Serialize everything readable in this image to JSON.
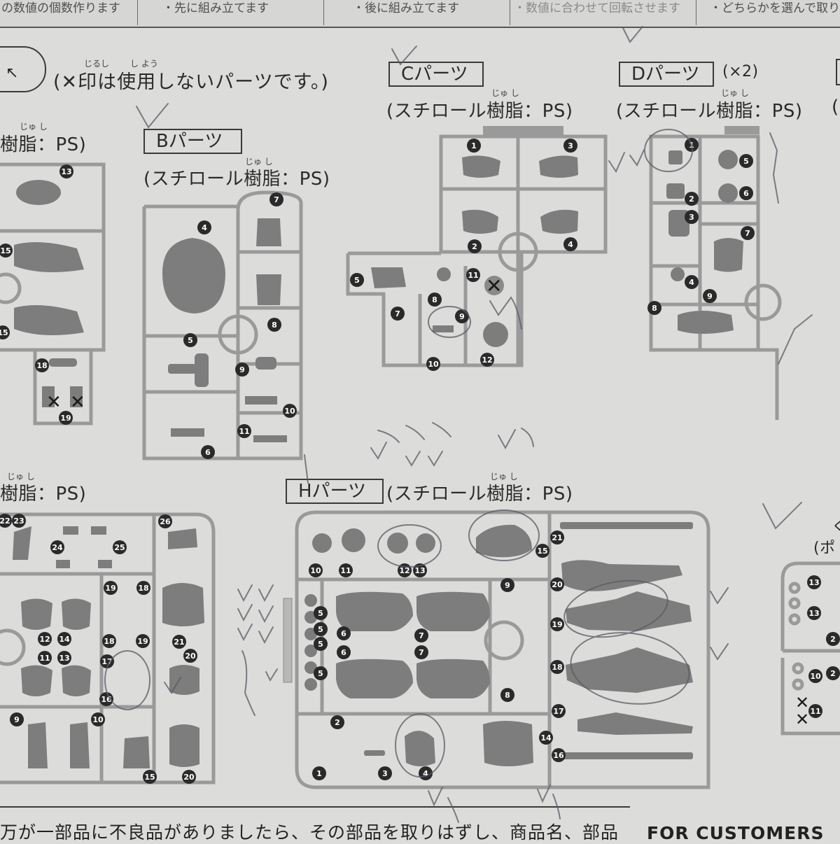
{
  "header_cells": [
    "の数値の個数作ります",
    "・先に組み立てます",
    "・後に組み立てます",
    "・数値に合わせて回転させます",
    "・どちらかを選んで取り付"
  ],
  "unused_note": "(✕印は使用しないパーツです。)",
  "ruby": {
    "jirushi": "じるし",
    "shiyou": "し よう",
    "jushi": "じゅ し"
  },
  "sections": {
    "a_material": "樹脂：PS)",
    "b_title": "Bパーツ",
    "b_material": "(スチロール樹脂：PS)",
    "c_title": "Cパーツ",
    "c_material": "(スチロール樹脂：PS)",
    "d_title": "Dパーツ",
    "d_multiplier": "(×2)",
    "d_material": "(スチロール樹脂：PS)",
    "d_edge_fragment": "(",
    "g_material": "樹脂：PS)",
    "h_title": "Hパーツ",
    "h_material": "(スチロール樹脂：PS)",
    "i_fragment": "(ポ"
  },
  "footer": {
    "jp": "万が一部品に不良品がありましたら、その部品を取りはずし、商品名、部品",
    "en": "FOR CUSTOMERS"
  },
  "runners": {
    "a": [
      "13",
      "15",
      "15",
      "18",
      "19"
    ],
    "b": [
      "7",
      "4",
      "8",
      "5",
      "9",
      "10",
      "11",
      "6"
    ],
    "c": [
      "1",
      "3",
      "2",
      "4",
      "5",
      "11",
      "8",
      "9",
      "7",
      "10",
      "12"
    ],
    "d": [
      "1",
      "5",
      "2",
      "6",
      "3",
      "7",
      "4",
      "9",
      "8"
    ],
    "g": [
      "22",
      "23",
      "26",
      "24",
      "25",
      "19",
      "18",
      "18",
      "19",
      "12",
      "14",
      "21",
      "11",
      "13",
      "17",
      "20",
      "16",
      "9",
      "10",
      "15",
      "20"
    ],
    "h": [
      "10",
      "11",
      "12",
      "13",
      "21",
      "15",
      "9",
      "20",
      "5",
      "5",
      "5",
      "5",
      "6",
      "6",
      "7",
      "7",
      "19",
      "18",
      "8",
      "17",
      "2",
      "14",
      "16",
      "1",
      "3",
      "4"
    ],
    "i": [
      "13",
      "13",
      "2",
      "2",
      "10",
      "11"
    ]
  },
  "colors": {
    "paper": "#dcdcda",
    "frame": "#9a9a9a",
    "badge": "#2a2a2a",
    "part": "#7d7d7d",
    "pencil": "#5a5a66"
  }
}
